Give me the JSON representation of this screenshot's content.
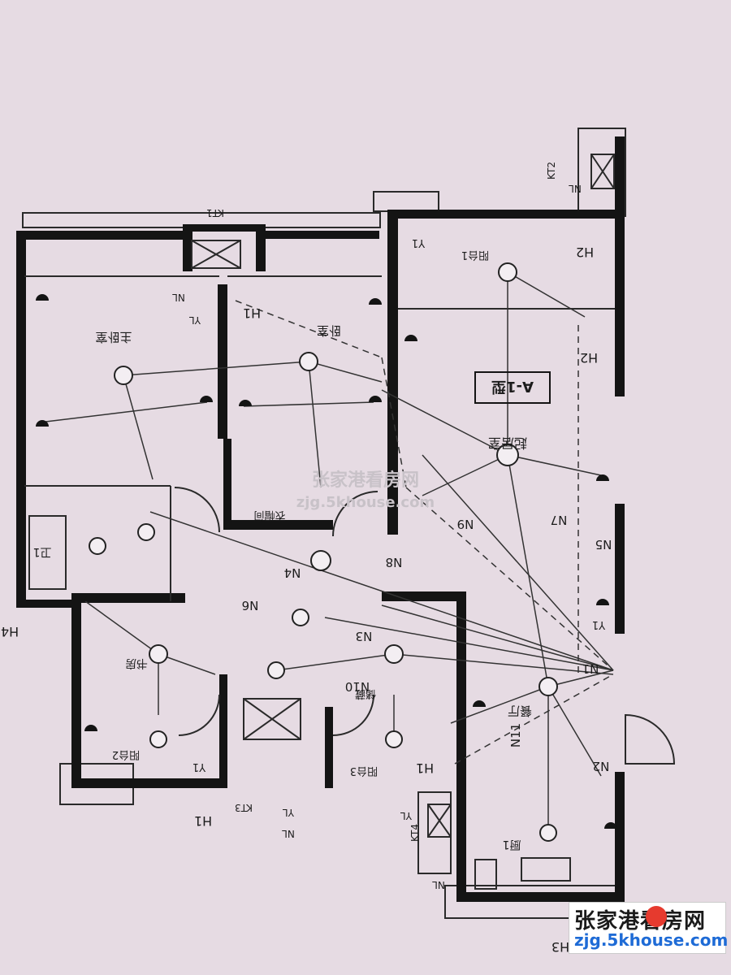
{
  "plan": {
    "type_label": "A-1型",
    "rooms": {
      "master_bedroom": "主卧室",
      "bedroom": "卧室",
      "living_room": "起居室",
      "study": "书房",
      "closet": "衣帽间",
      "storage": "储藏",
      "dining": "餐厅",
      "kitchen": "厨1",
      "toilet": "卫1",
      "balcony_1": "阳台1",
      "balcony_2": "阳台2",
      "balcony_3": "阳台3"
    },
    "ac_units": [
      "KT1",
      "KT2",
      "KT3",
      "KT4"
    ],
    "circuits": [
      "N1",
      "N2",
      "N3",
      "N4",
      "N5",
      "N6",
      "N7",
      "N8",
      "N9",
      "N10",
      "N11"
    ],
    "pipes": {
      "rain": "YL",
      "condensate": "NL",
      "yard": "Y1"
    },
    "markers": {
      "h1": "H1",
      "h2": "H2",
      "h3": "H3",
      "h4": "H4"
    }
  },
  "watermark": {
    "text": "张家港看房网",
    "url": "zjg.5khouse.com"
  },
  "brand": {
    "name": "张家港看房网",
    "url": "zjg.5khouse.com",
    "accent": "#e63a2e",
    "url_color": "#1e6bd6"
  }
}
